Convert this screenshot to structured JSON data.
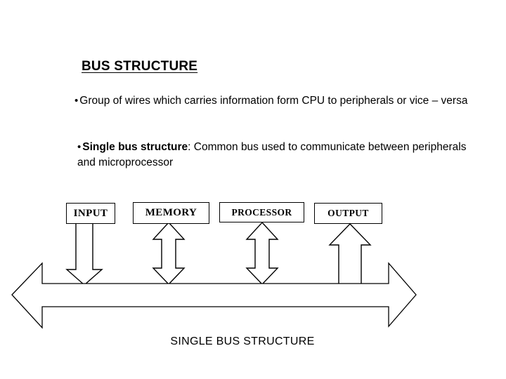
{
  "slide": {
    "title": "BUS STRUCTURE",
    "background_color": "#ffffff",
    "text_color": "#000000"
  },
  "bullets": [
    {
      "mark": "•",
      "text": "Group of wires which carries information form CPU to peripherals or vice – versa",
      "bold_lead": ""
    },
    {
      "mark": "•",
      "bold_lead": "Single bus structure",
      "text": ": Common bus used to communicate between peripherals and microprocessor"
    }
  ],
  "diagram": {
    "caption": "SINGLE BUS STRUCTURE",
    "boxes": [
      {
        "id": "input",
        "label": "INPUT"
      },
      {
        "id": "memory",
        "label": "MEMORY"
      },
      {
        "id": "processor",
        "label": "PROCESSOR"
      },
      {
        "id": "output",
        "label": "OUTPUT"
      }
    ],
    "connectors": [
      {
        "from": "input",
        "direction": "down",
        "icon": "arrow-down-icon"
      },
      {
        "from": "memory",
        "direction": "bidirectional",
        "icon": "arrow-up-down-icon"
      },
      {
        "from": "processor",
        "direction": "bidirectional",
        "icon": "arrow-up-down-icon"
      },
      {
        "from": "output",
        "direction": "up",
        "icon": "arrow-up-icon"
      }
    ],
    "bus": {
      "label": "",
      "direction": "bidirectional",
      "icon": "bus-double-arrow-icon",
      "stroke_color": "#000000",
      "fill_color": "#ffffff"
    }
  }
}
